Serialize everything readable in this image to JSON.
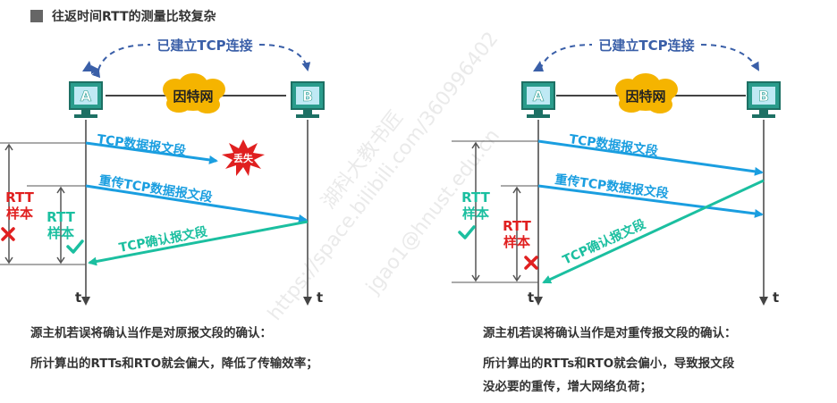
{
  "title": "往返时间RTT的测量比较复杂",
  "left": {
    "connection_label": "已建立TCP连接",
    "host_a": "A",
    "host_b": "B",
    "cloud": "因特网",
    "seg1": "TCP数据报文段",
    "lost": "丢失",
    "seg2": "重传TCP数据报文段",
    "ack": "TCP确认报文段",
    "rtt_outer_1": "RTT",
    "rtt_outer_2": "样本",
    "rtt_inner_1": "RTT",
    "rtt_inner_2": "样本",
    "t_a": "t",
    "t_b": "t",
    "caption_1": "源主机若误将确认当作是对原报文段的确认：",
    "caption_2": "所计算出的RTTs和RTO就会偏大，降低了传输效率；"
  },
  "right": {
    "connection_label": "已建立TCP连接",
    "host_a": "A",
    "host_b": "B",
    "cloud": "因特网",
    "seg1": "TCP数据报文段",
    "seg2": "重传TCP数据报文段",
    "ack": "TCP确认报文段",
    "rtt_outer_1": "RTT",
    "rtt_outer_2": "样本",
    "rtt_inner_1": "RTT",
    "rtt_inner_2": "样本",
    "t_a": "t",
    "t_b": "t",
    "caption_1": "源主机若误将确认当作是对重传报文段的确认：",
    "caption_2": "所计算出的RTTs和RTO就会偏小，导致报文段",
    "caption_3": "没必要的重传，增大网络负荷；"
  },
  "watermark_1": "湖科大教书匠",
  "watermark_2": "https://space.bilibili.com/360996402",
  "watermark_3": "jgao1@hnust.edu.cn",
  "colors": {
    "blue": "#1a9ee0",
    "teal": "#1bbfa0",
    "red": "#e02020",
    "dash": "#3a5fa8",
    "host": "#2a9c8c",
    "cloud": "#f5b400"
  }
}
